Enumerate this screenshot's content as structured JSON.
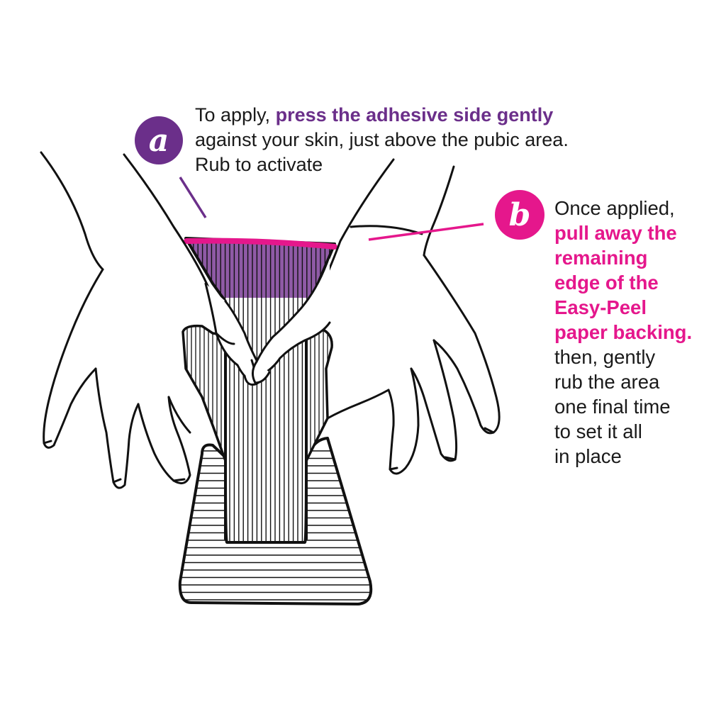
{
  "colors": {
    "purple": "#6b2f8a",
    "magenta": "#e5178c",
    "patch_purple": "#8f5aa6",
    "outline": "#111111"
  },
  "step_a": {
    "badge_letter": "a",
    "text_prefix": "To apply, ",
    "text_highlight": "press the adhesive side gently",
    "text_line2": "against your skin, just above the pubic area.",
    "text_line3": "Rub to activate"
  },
  "step_b": {
    "badge_letter": "b",
    "text_line1": "Once applied,",
    "highlight_lines": [
      "pull away the",
      "remaining",
      "edge of the",
      "Easy-Peel",
      "paper backing."
    ],
    "body_lines": [
      "then, gently",
      "rub the area",
      "one final time",
      "to set it all",
      "in place"
    ]
  }
}
